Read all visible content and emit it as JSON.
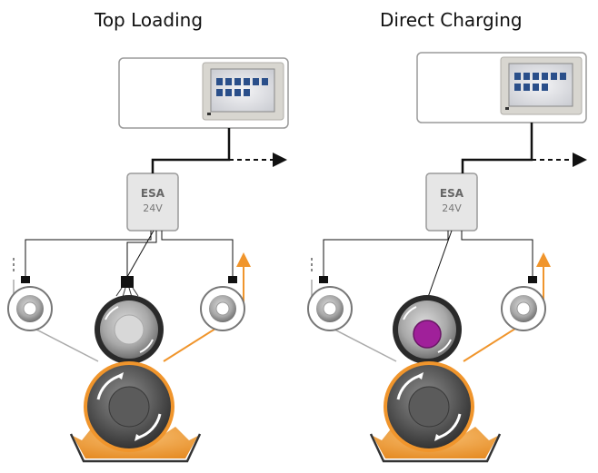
{
  "panels": [
    {
      "title": "Top Loading",
      "esa_label": "ESA",
      "esa_voltage": "24V"
    },
    {
      "title": "Direct Charging",
      "esa_label": "ESA",
      "esa_voltage": "24V"
    }
  ],
  "colors": {
    "accent_orange": "#f0952c",
    "ink_bath": "#f0a24a",
    "charging_core": "#a0209a",
    "wire": "#111111",
    "box_border": "#9a9a9a"
  }
}
